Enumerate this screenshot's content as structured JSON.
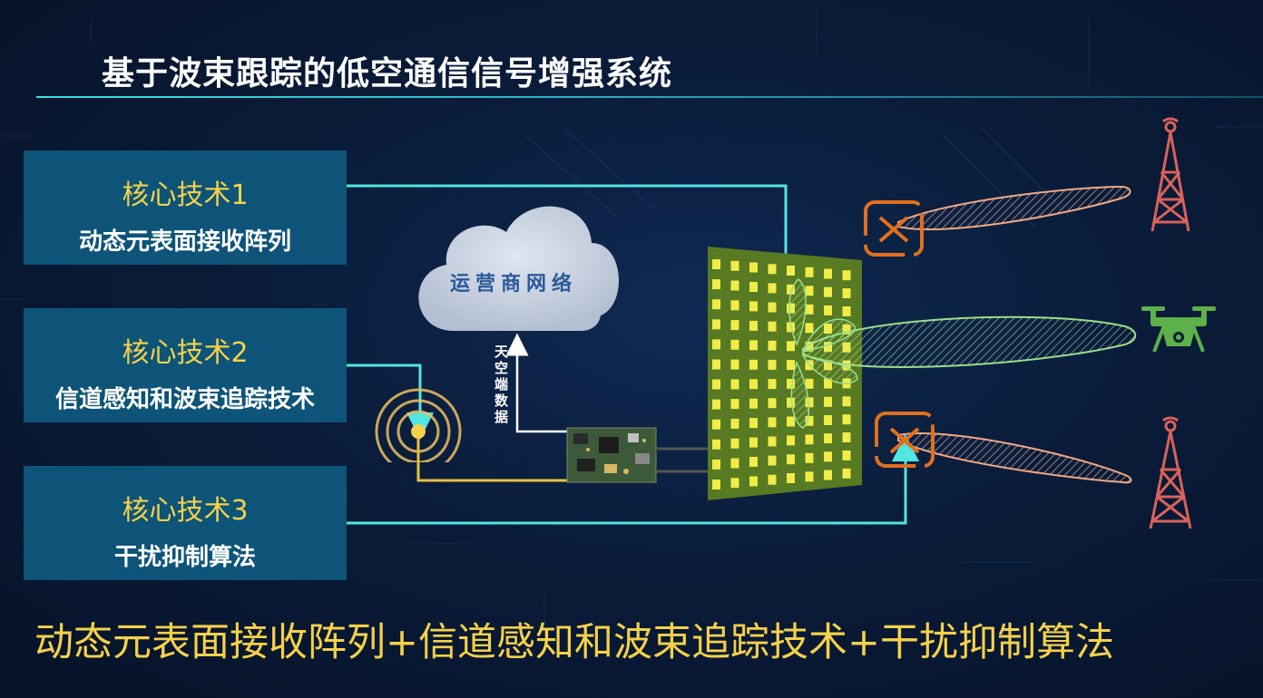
{
  "title": "基于波束跟踪的低空通信信号增强系统",
  "tech_items": [
    {
      "title": "核心技术1",
      "subtitle": "动态元表面接收阵列"
    },
    {
      "title": "核心技术2",
      "subtitle": "信道感知和波束追踪技术"
    },
    {
      "title": "核心技术3",
      "subtitle": "干扰抑制算法"
    }
  ],
  "cloud_label": "运营商网络",
  "uplink_label": "天空端数据",
  "summary": "动态元表面接收阵列+信道感知和波束追踪技术+干扰抑制算法",
  "icons": [
    "antenna-signal-icon",
    "cloud-icon",
    "circuit-board-icon",
    "metasurface-array-icon",
    "blocked-icon",
    "cell-tower-icon",
    "drone-icon"
  ],
  "colors": {
    "accent_yellow": "#f4d14a",
    "box_blue": "#0d5478",
    "connector_cyan": "#52e6e0",
    "beam_green": "#8fd08a",
    "beam_orange": "#f0a882",
    "tower_red": "#d9625a",
    "blocked_orange": "#e0701e",
    "drone_green": "#5db04a"
  }
}
